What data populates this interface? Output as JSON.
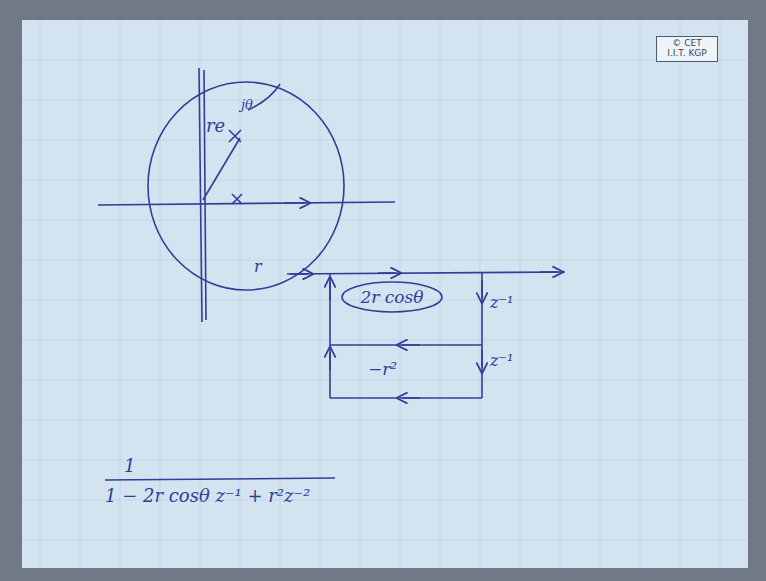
{
  "diagram": {
    "nodes": [
      {
        "text": [
          "© CET I.I.T. KGP"
        ]
      }
    ],
    "labels": [
      "re",
      "jθ",
      "r",
      "2r cosθ",
      "z⁻¹",
      "−r²",
      "z⁻¹",
      "1",
      "1 − 2r cosθ z⁻¹ + r²z⁻²"
    ]
  }
}
